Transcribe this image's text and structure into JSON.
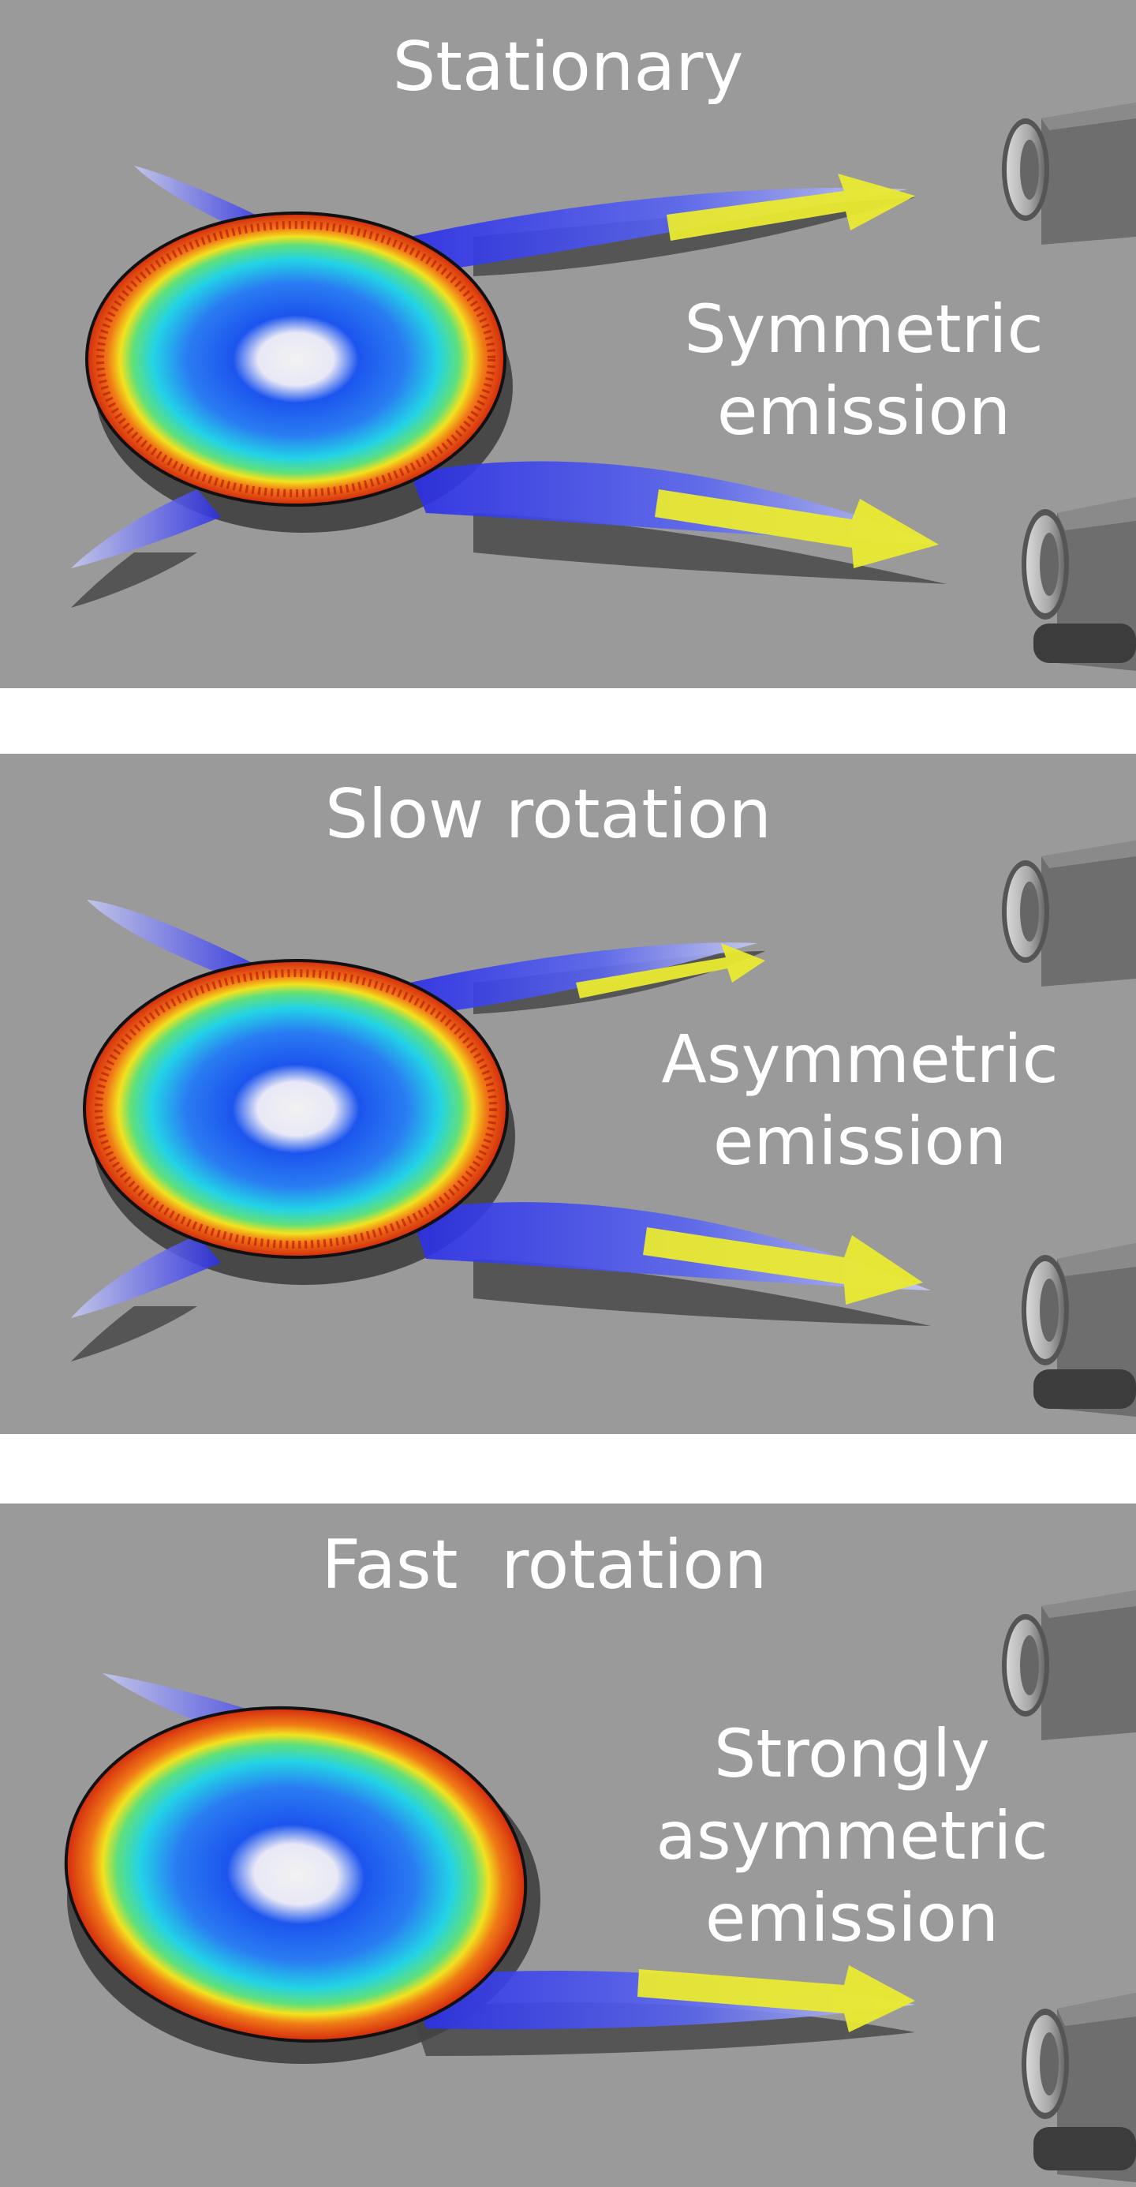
{
  "panels": [
    {
      "title": "Stationary",
      "caption": [
        "Symmetric",
        "emission"
      ]
    },
    {
      "title": "Slow rotation",
      "caption": [
        "Asymmetric",
        "emission"
      ]
    },
    {
      "title": "Fast  rotation",
      "caption": [
        "Strongly",
        "asymmetric",
        "emission"
      ]
    }
  ],
  "colors": {
    "background": "#9a9a9a",
    "ring_red": "#d42a0e",
    "ring_yellow": "#f0e020",
    "ring_cyan": "#2ad8e0",
    "ring_blue": "#1a5cf0",
    "center_white": "#f0f0f0",
    "lobe_blue": "#4a50f0",
    "arrow_yellow": "#eaea30",
    "camera_gray": "#7a7a7a"
  }
}
